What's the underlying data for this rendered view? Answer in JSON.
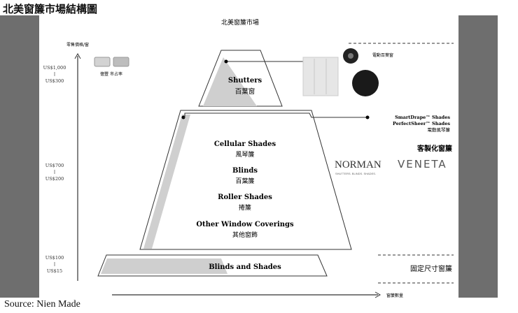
{
  "page_title": "北美窗簾市場結構圖",
  "diagram_title": "北美窗簾市場",
  "y_axis_label": "零售價格/窗",
  "x_axis_label": "窗簾數量",
  "legend": {
    "label": "億豐 市占率",
    "colors": [
      "#d3d3d3",
      "#bdbdbd"
    ]
  },
  "price_tiers": [
    {
      "high": "US$1,000",
      "low": "US$300"
    },
    {
      "high": "US$700",
      "low": "US$200"
    },
    {
      "high": "US$100",
      "low": "US$15"
    }
  ],
  "tiers": {
    "top": {
      "en": "Shutters",
      "zh": "百葉窗"
    },
    "middle": [
      {
        "en": "Cellular Shades",
        "zh": "風琴簾"
      },
      {
        "en": "Blinds",
        "zh": "百葉簾"
      },
      {
        "en": "Roller Shades",
        "zh": "捲簾"
      },
      {
        "en": "Other Window Coverings",
        "zh": "其他窗飾"
      }
    ],
    "bottom": {
      "en": "Blinds and Shades"
    }
  },
  "callouts": {
    "motorized_shutters": "電動百葉窗",
    "smartdrape": "SmartDrape™ Shades",
    "perfectsheer": "PerfectSheer™ Shades",
    "motorized_cellular": "電動風琴簾"
  },
  "segments": {
    "custom": "客製化窗簾",
    "fixed": "固定尺寸窗簾"
  },
  "brands": {
    "norman": "NORMAN",
    "norman_tagline": "SHUTTERS. BLINDS. SHADES.",
    "veneta": "VENETA"
  },
  "source": "Source: Nien Made"
}
